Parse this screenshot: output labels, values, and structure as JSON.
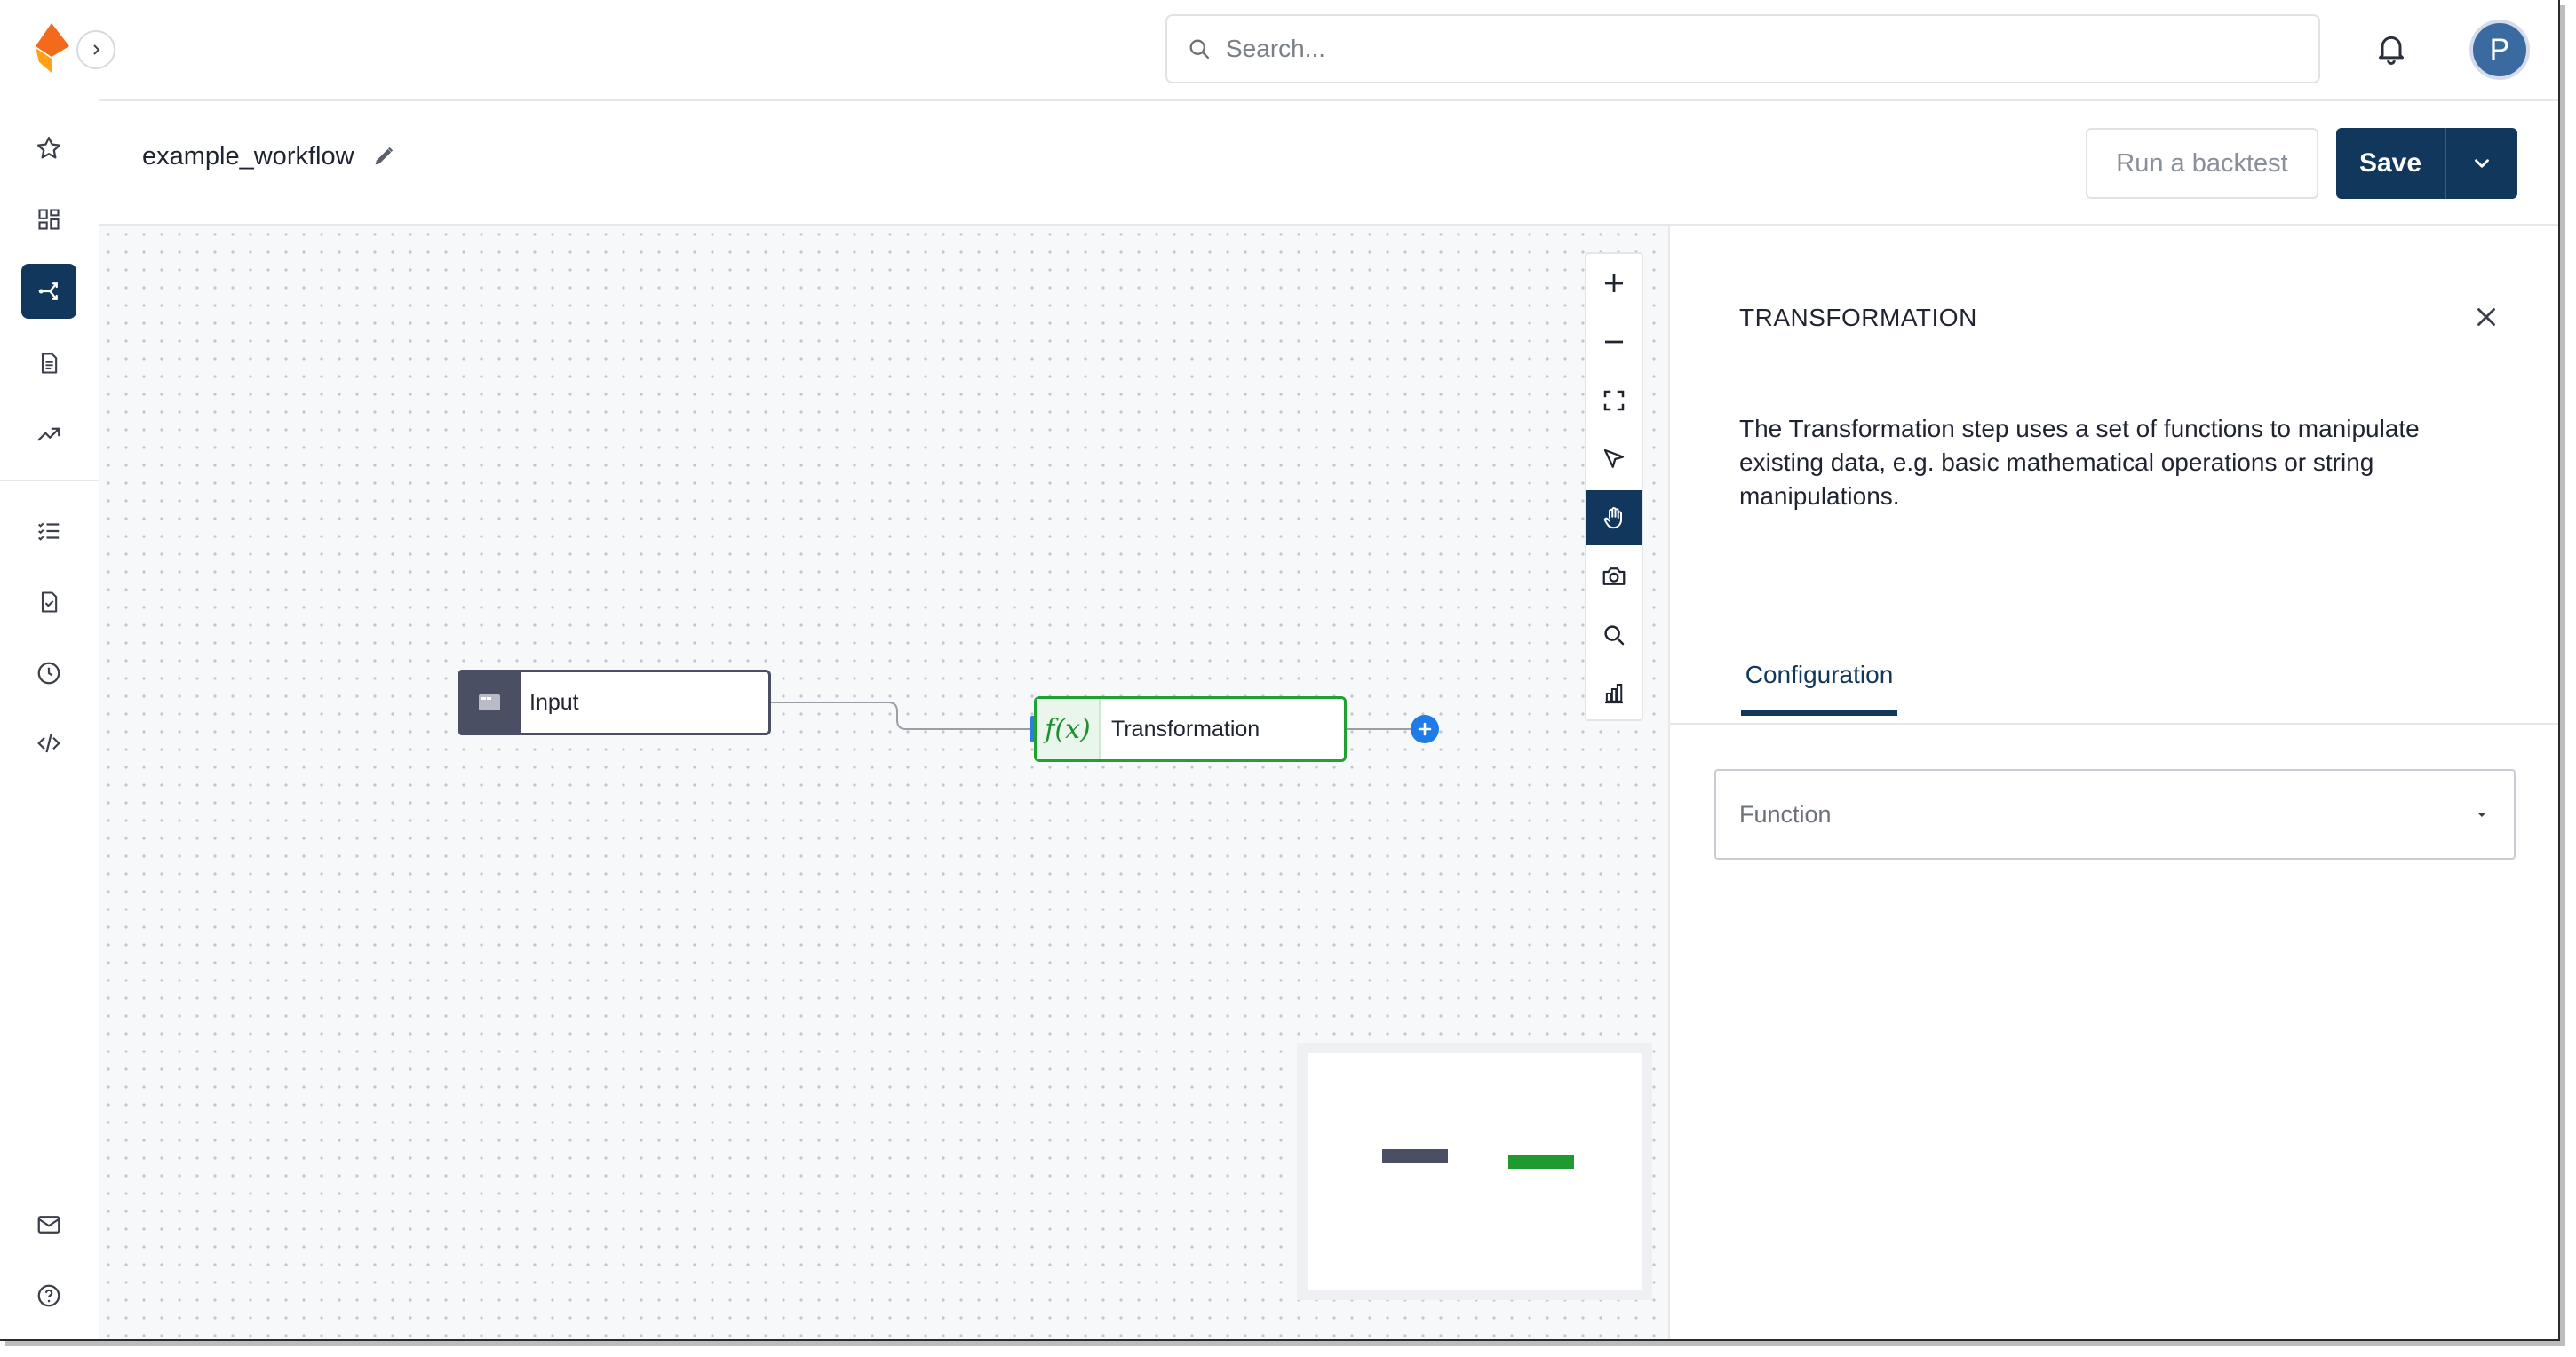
{
  "search": {
    "placeholder": "Search..."
  },
  "user": {
    "avatar_initial": "P"
  },
  "workflow": {
    "name": "example_workflow"
  },
  "header_actions": {
    "backtest_label": "Run a backtest",
    "save_label": "Save"
  },
  "sidebar": {
    "items": [
      {
        "icon": "star-icon"
      },
      {
        "icon": "dashboard-icon"
      },
      {
        "icon": "workflow-icon",
        "active": true
      },
      {
        "icon": "document-icon"
      },
      {
        "icon": "trending-up-icon"
      },
      {
        "icon": "checklist-icon"
      },
      {
        "icon": "file-check-icon"
      },
      {
        "icon": "clock-icon"
      },
      {
        "icon": "code-icon"
      },
      {
        "icon": "mail-icon"
      },
      {
        "icon": "help-icon"
      }
    ]
  },
  "canvas": {
    "nodes": [
      {
        "label": "Input",
        "icon": "input-node-icon",
        "color": "#4a4f63"
      },
      {
        "label": "Transformation",
        "icon": "function-icon",
        "icon_text": "f(x)",
        "color": "#21a132"
      }
    ],
    "toolbar": [
      "zoom-in-icon",
      "zoom-out-icon",
      "fit-view-icon",
      "select-pointer-icon",
      "pan-hand-icon",
      "camera-icon",
      "search-icon",
      "chart-icon"
    ],
    "active_tool": "pan-hand-icon"
  },
  "panel": {
    "title": "TRANSFORMATION",
    "description": "The Transformation step uses a set of functions to manipulate existing data, e.g. basic mathematical operations or string manipulations.",
    "tabs": [
      {
        "label": "Configuration",
        "active": true
      }
    ],
    "function_select": {
      "placeholder": "Function"
    }
  },
  "colors": {
    "primary": "#11375c",
    "accent_blue": "#1e7be8",
    "success_green": "#21a132",
    "logo_orange": "#f26a1b"
  }
}
